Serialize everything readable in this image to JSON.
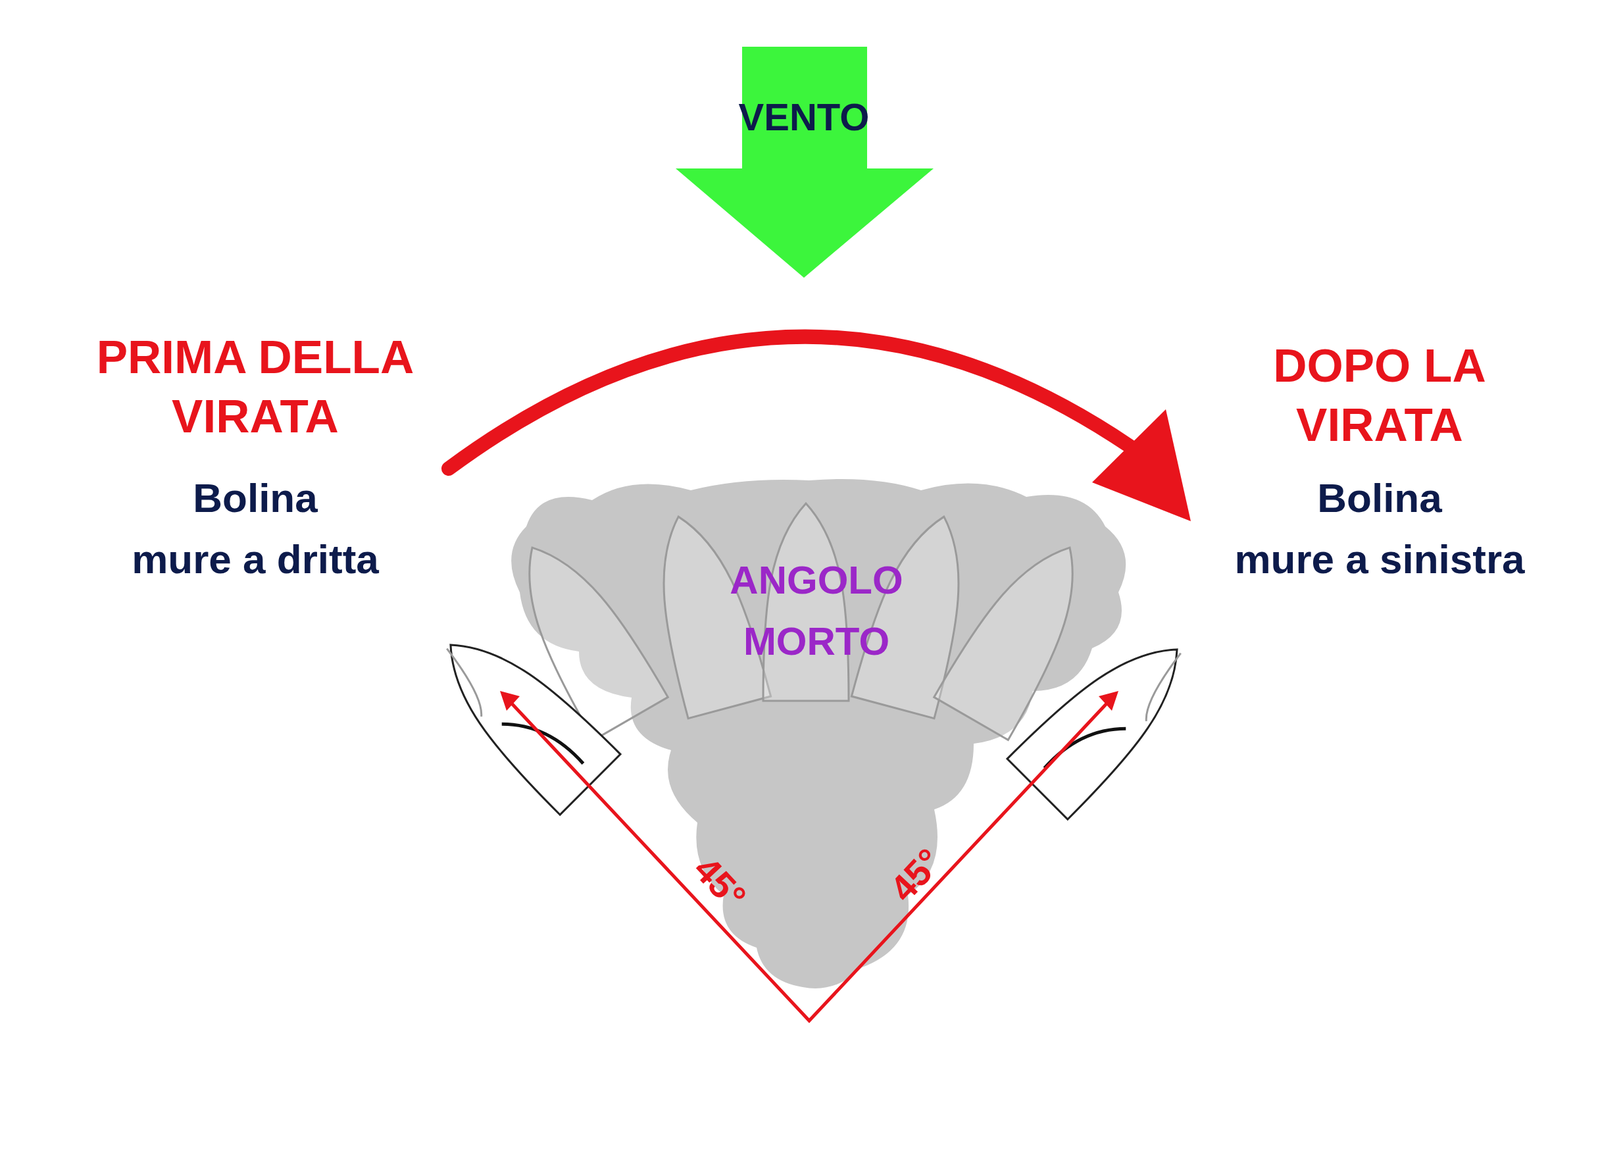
{
  "diagram": {
    "nodes": [
      {
        "text": [
          "VENTO"
        ]
      },
      {
        "text": [
          "ANGOLO MORTO"
        ]
      }
    ],
    "labels": [
      "PRIMA DELLA VIRATA",
      "Bolina mure a dritta",
      "DOPO LA VIRATA",
      "Bolina mure a sinistra",
      "45°",
      "45°"
    ]
  }
}
